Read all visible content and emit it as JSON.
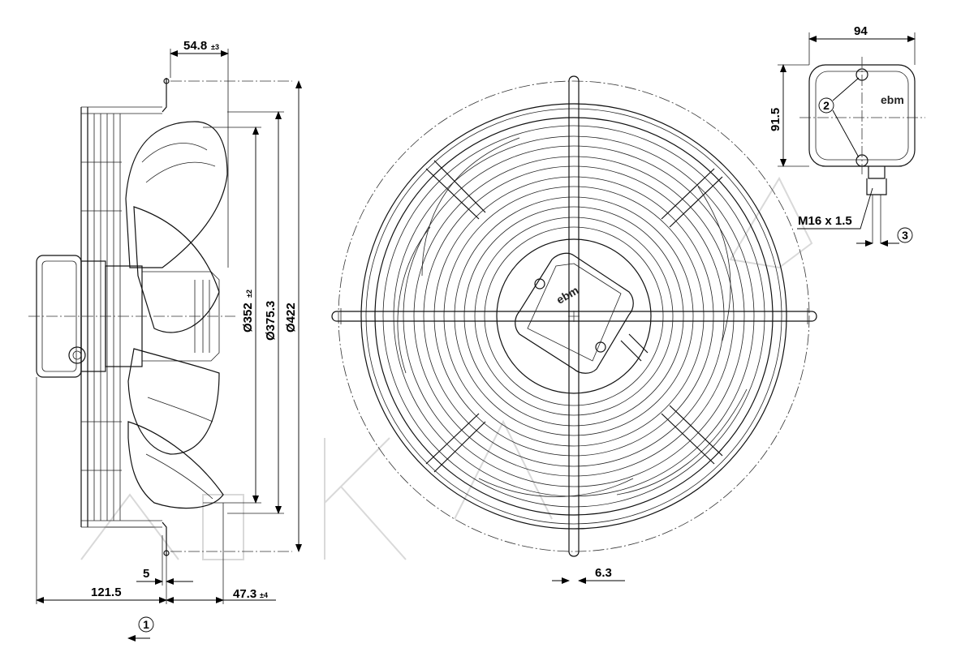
{
  "dimensions": {
    "blade_offset": {
      "value": "54.8",
      "tolerance": "±3"
    },
    "dia_352": {
      "value": "Ø352",
      "tolerance": "±2"
    },
    "dia_375": {
      "value": "Ø375.3"
    },
    "dia_422": {
      "value": "Ø422"
    },
    "depth_121": {
      "value": "121.5"
    },
    "offset_5": {
      "value": "5"
    },
    "depth_47": {
      "value": "47.3",
      "tolerance": "±4"
    },
    "guard_wire": {
      "value": "6.3"
    },
    "box_width": {
      "value": "94"
    },
    "box_height": {
      "value": "91.5"
    },
    "gland": {
      "value": "M16 x 1.5"
    }
  },
  "callouts": {
    "c1": "1",
    "c2": "2",
    "c3": "3"
  },
  "brand": {
    "logo_text": "ebm"
  }
}
